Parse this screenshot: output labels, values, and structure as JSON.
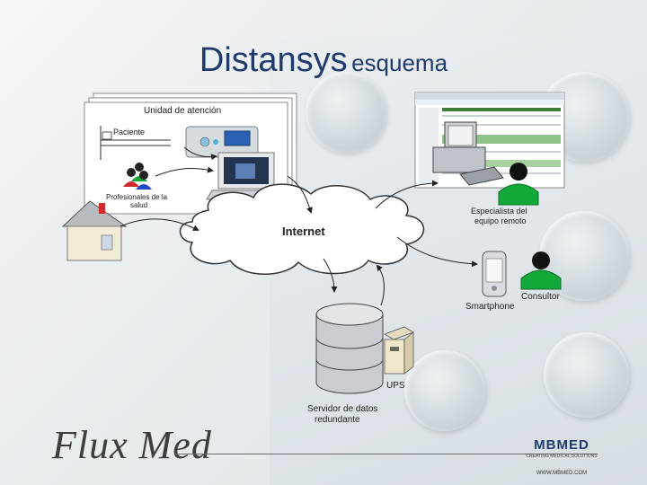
{
  "title": {
    "main": "Distansys",
    "sub": "esquema"
  },
  "diagram": {
    "unit_label": "Unidad de atención",
    "patient_label": "Paciente",
    "professionals_label_1": "Profesionales de la",
    "professionals_label_2": "salud",
    "internet_label": "Internet",
    "specialist_label_1": "Especialista del",
    "specialist_label_2": "equipo remoto",
    "consultant_label": "Consultor",
    "smartphone_label": "Smartphone",
    "ups_label": "UPS",
    "server_label_1": "Servidor de datos",
    "server_label_2": "redundante"
  },
  "colors": {
    "title": "#1f3a6b",
    "person_green": "#12a83a",
    "person_red": "#d12a2a",
    "person_blue": "#1f49c8",
    "cloud_fill": "#ffffff",
    "server_fill": "#c9cdd2"
  },
  "footer": {
    "left_logo": "Flux Med",
    "right_brand": "MBMED",
    "right_tagline": "CREATING MEDICAL SOLUTIONS",
    "right_url": "WWW.MBMED.COM"
  }
}
